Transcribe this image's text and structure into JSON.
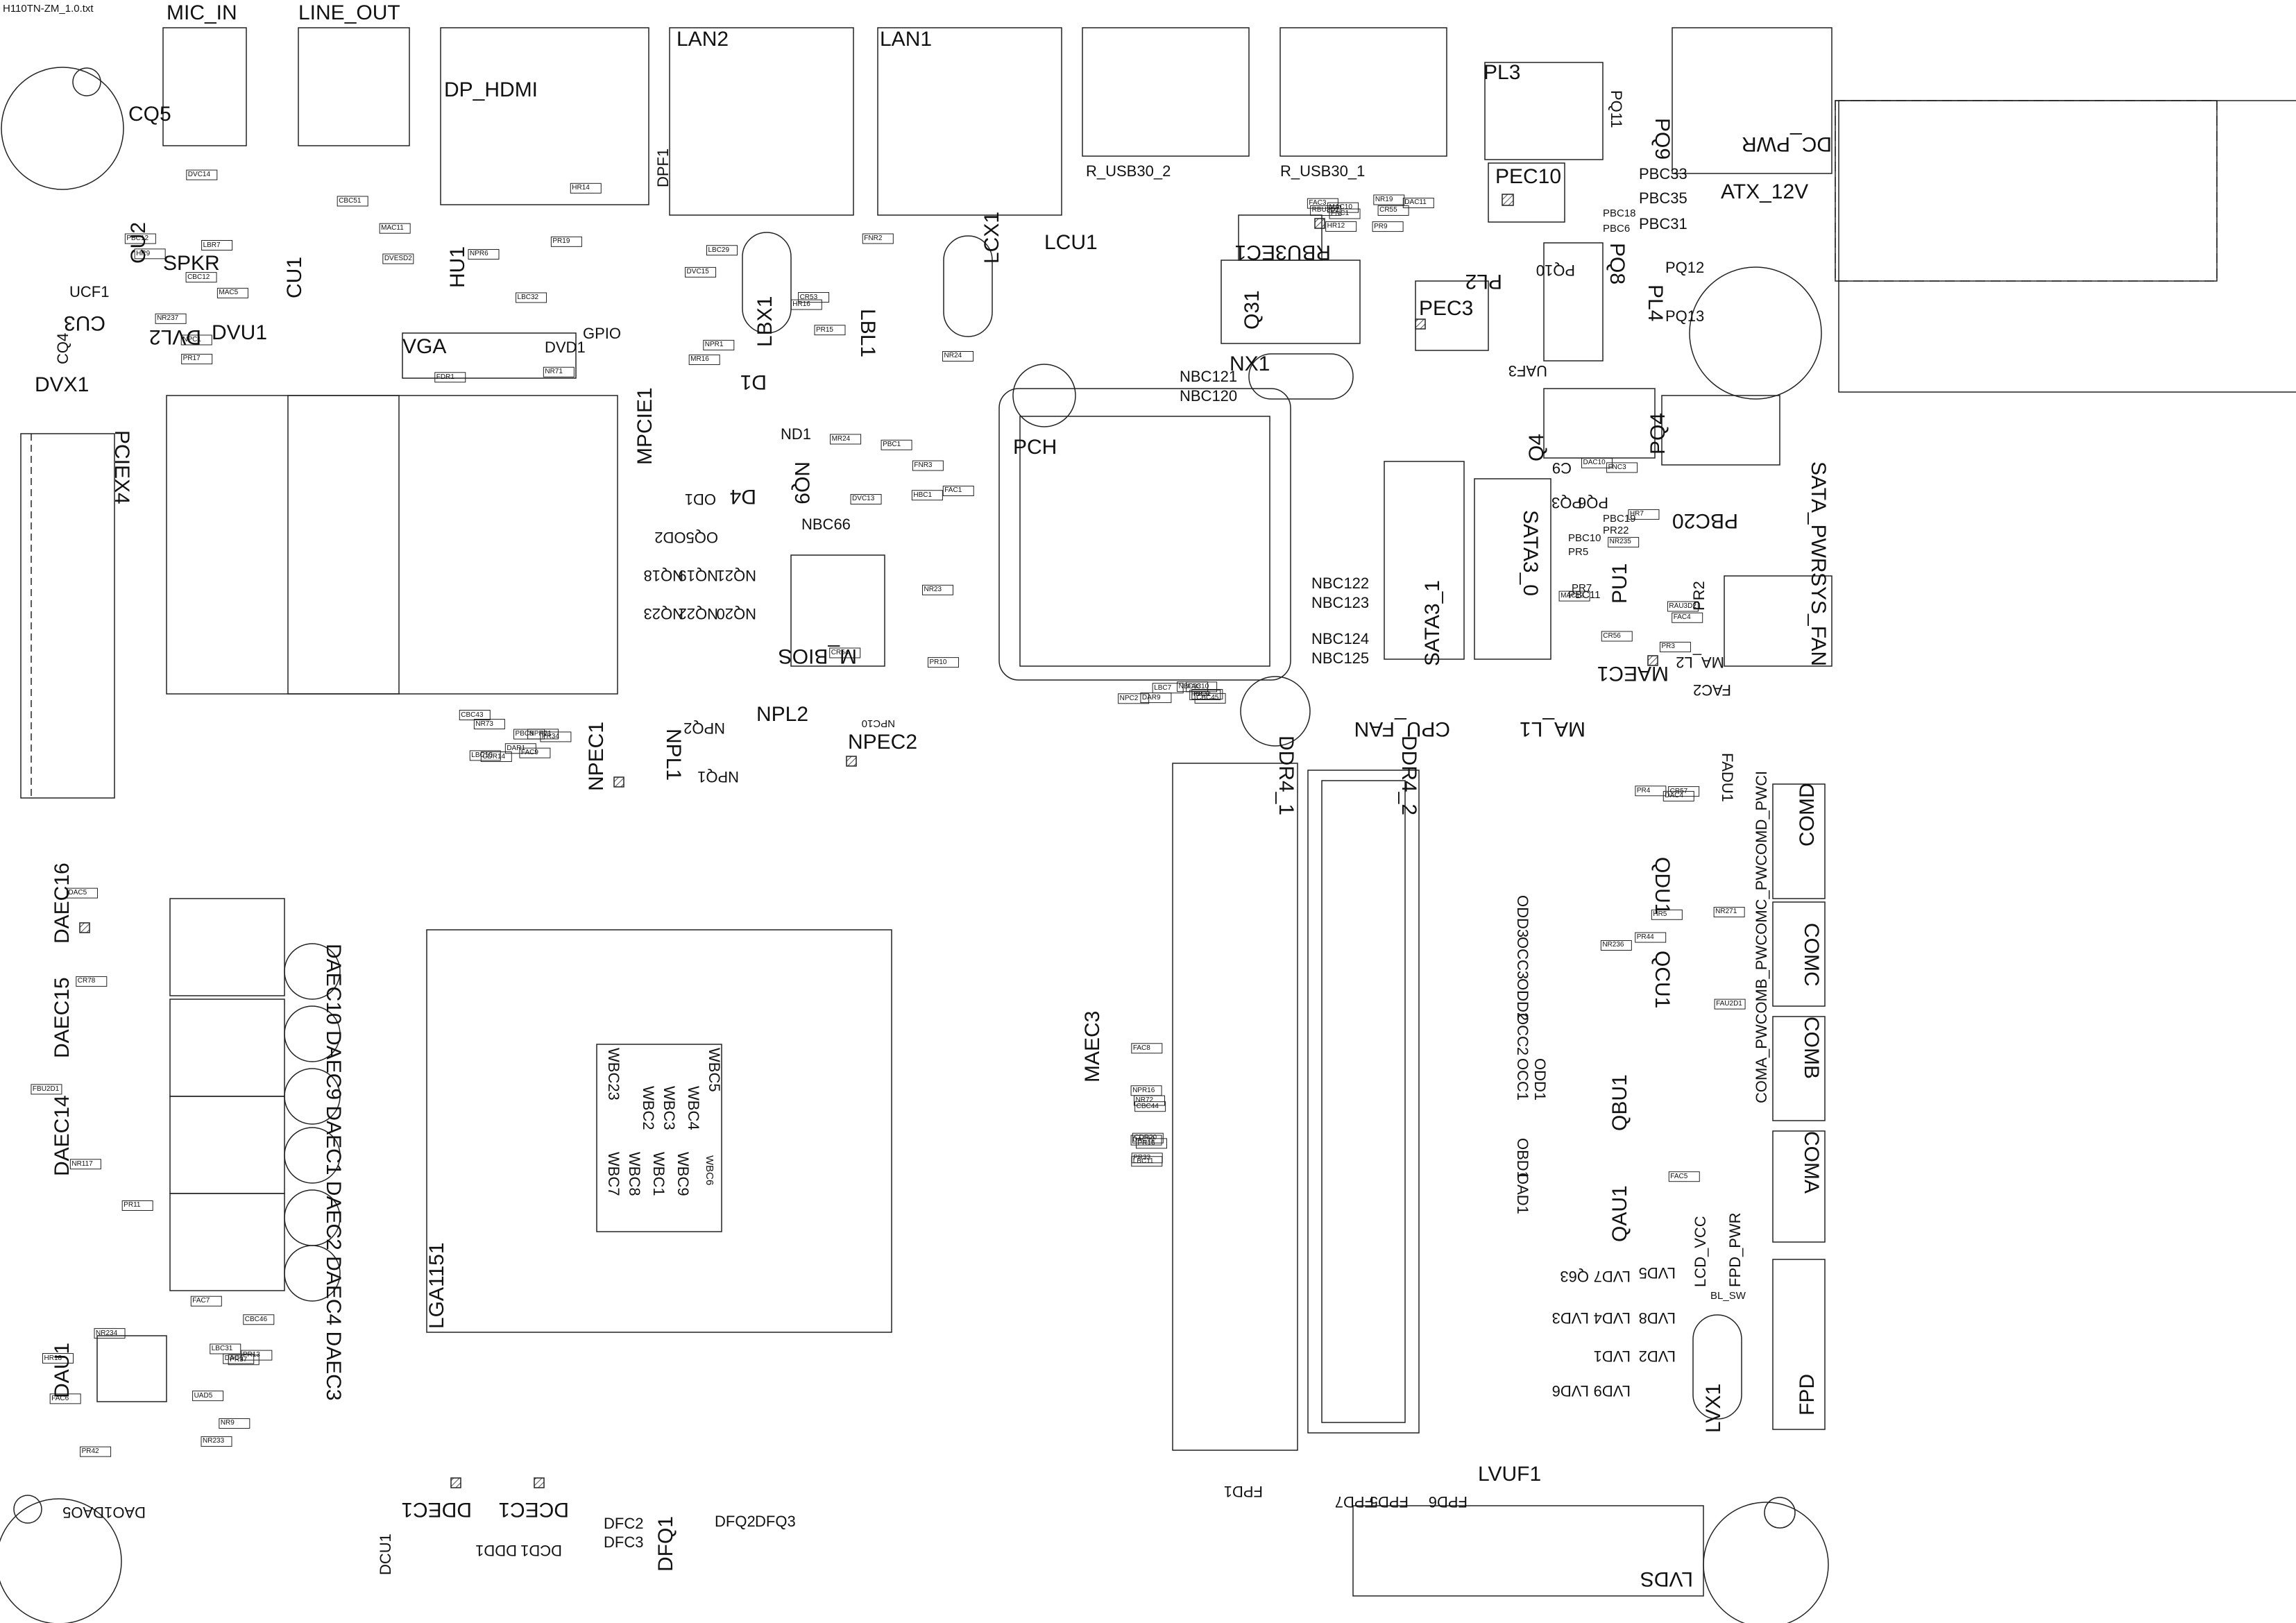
{
  "file_title": "H110TN-ZM_1.0.txt",
  "connectors": {
    "mic_in": "MIC_IN",
    "line_out": "LINE_OUT",
    "dp_hdmi": "DP_HDMI",
    "lan2": "LAN2",
    "lan1": "LAN1",
    "r_usb30_2": "R_USB30_2",
    "r_usb30_1": "R_USB30_1",
    "pl3": "PL3",
    "dc_pwr": "DC_PWR",
    "atx_12v": "ATX_12V",
    "vga": "VGA",
    "spkr": "SPKR",
    "pciex4": "PCIEX4",
    "mpcie1": "MPCIE1",
    "m_bios": "M_BIOS",
    "pch": "PCH",
    "lga1151": "LGA1151",
    "ddr4_1": "DDR4_1",
    "ddr4_2": "DDR4_2",
    "sata3_0": "SATA3_0",
    "sata3_1": "SATA3_1",
    "sata_pwr": "SATA_PWR",
    "sys_fan": "SYS_FAN",
    "cpu_fan": "CPU_FAN",
    "comd": "COMD",
    "comc": "COMC",
    "comb": "COMB",
    "coma": "COMA",
    "fpd": "FPD",
    "lvds": "LVDS",
    "lcd_vcc": "LCD_VCC",
    "fpd_pwr": "FPD_PWR",
    "bl_sw": "BL_SW",
    "com_pw": "COMA_PWCOMB_PWCOMC_PWCOMD_PWCI"
  },
  "components": {
    "cq5": "CQ5",
    "cu2": "CU2",
    "ucf1": "UCF1",
    "cu3": "CU3",
    "cq4": "CQ4",
    "dvx1": "DVX1",
    "dvl2": "DVL2",
    "dvu1": "DVU1",
    "cu1": "CU1",
    "hu1": "HU1",
    "dvd1": "DVD1",
    "gpio": "GPIO",
    "dpf1": "DPF1",
    "lbx1": "LBX1",
    "lbl1": "LBL1",
    "lcx1": "LCX1",
    "lcu1": "LCU1",
    "rbu3ec1": "RBU3EC1",
    "q31": "Q31",
    "nx1": "NX1",
    "pec10": "PEC10",
    "pl2": "PL2",
    "pec3": "PEC3",
    "pl4": "PL4",
    "pq8": "PQ8",
    "pq9": "PQ9",
    "pq10": "PQ10",
    "pq11": "PQ11",
    "pq12": "PQ12",
    "pq13": "PQ13",
    "pbc33": "PBC33",
    "pbc35": "PBC35",
    "pbc31": "PBC31",
    "pbc18": "PBC18",
    "pbc6": "PBC6",
    "q4": "Q4",
    "uaf3": "UAF3",
    "pq4": "PQ4",
    "pbc20": "PBC20",
    "pq3": "PQ3",
    "pq6": "PQ6",
    "pu1": "PU1",
    "pr2": "PR2",
    "ma_l2": "MA_L2",
    "maec1": "MAEC1",
    "fac2": "FAC2",
    "ma_l1": "MA_L1",
    "fadu1": "FADU1",
    "qdu1": "QDU1",
    "qcu1": "QCU1",
    "qbu1": "QBU1",
    "qau1": "QAU1",
    "odd3": "ODD3",
    "occ3": "OCC3",
    "odd2": "ODD2",
    "occ2": "OCC2",
    "occ1": "OCC1",
    "odd1": "ODD1",
    "obd1": "OBD1",
    "oad1": "OAD1",
    "lvd5": "LVD5",
    "lvd7": "LVD7",
    "lvd3": "LVD3",
    "lvd4": "LVD4",
    "lvd8": "LVD8",
    "lvd1": "LVD1",
    "lvd2": "LVD2",
    "lvd6": "LVD6",
    "lvd9": "LVD9",
    "lvx1": "LVX1",
    "lvuf1": "LVUF1",
    "q63": "Q63",
    "fpd1": "FPD1",
    "fpd7": "FPD7",
    "fpd5": "FPD5",
    "fpd6": "FPD6",
    "maec3": "MAEC3",
    "npec1": "NPEC1",
    "npec2": "NPEC2",
    "npl1": "NPL1",
    "npl2": "NPL2",
    "npq2": "NPQ2",
    "npq1": "NPQ1",
    "nd1": "ND1",
    "d1": "D1",
    "d4": "D4",
    "od1": "OD1",
    "nq9": "NQ9",
    "nbc66": "NBC66",
    "od2": "OQ5OD2",
    "nq18": "NQ18",
    "nq19": "NQ19",
    "nq21": "NQ21",
    "nq20": "NQ20",
    "nq22": "NQ22",
    "nq23": "NQ23",
    "daec16": "DAEC16",
    "daec15": "DAEC15",
    "daec14": "DAEC14",
    "dau1": "DAU1",
    "dao1": "DAO1",
    "dao5": "DAO5",
    "daec_col": "DAEC10 DAEC9 DAEC1 DAEC2 DAEC4 DAEC3",
    "ddec1": "DDEC1",
    "dcec1": "DCEC1",
    "dcu1": "DCU1",
    "ddd1": "DDD1",
    "dcd1": "DCD1",
    "dfc2": "DFC2",
    "dfc3": "DFC3",
    "dfq1": "DFQ1",
    "dfq2": "DFQ2",
    "dfq3": "DFQ3",
    "wbc5": "WBC5",
    "wbc4": "WBC4",
    "wbc3": "WBC3",
    "wbc2": "WBC2",
    "wbc1": "WBC1",
    "wbc7": "WBC7",
    "wbc8": "WBC8",
    "wbc9": "WBC9",
    "wbc6": "WBC6",
    "wbc23": "WBC23",
    "npc10": "NPC10",
    "nbc121": "NBC121",
    "nbc120": "NBC120",
    "nbc122": "NBC122",
    "nbc123": "NBC123",
    "nbc124": "NBC124",
    "nbc125": "NBC125",
    "c9": "C9",
    "pbc10": "PBC10",
    "pbc11": "PBC11",
    "pbc19": "PBC19",
    "pr22": "PR22",
    "pr5": "PR5",
    "pr7": "PR7"
  },
  "small_parts": [
    "CBC12",
    "CBC51",
    "CR53",
    "CR54",
    "CR55",
    "CR56",
    "CR57",
    "CR78",
    "CBC46",
    "CBC44",
    "CBC43",
    "CBC45",
    "HR9",
    "HR14",
    "HR16",
    "HBC1",
    "HR12",
    "HR7",
    "HR5",
    "HR18",
    "LBC31",
    "LBC11",
    "LBC10",
    "LBC7",
    "LBR7",
    "LBC32",
    "LBC29",
    "PBC1",
    "RBU3D1",
    "RAU3D2",
    "NR271",
    "NR117",
    "NR9",
    "NR72",
    "NR73",
    "NBC33",
    "NR237",
    "NR71",
    "NR24",
    "NR23",
    "NR19",
    "NR235",
    "NR236",
    "NR234",
    "NR233",
    "NPR16",
    "NPR21",
    "NPC2",
    "NPC1",
    "NPR6",
    "NPR1",
    "FAC1",
    "FAC3",
    "FAC4",
    "FAC5",
    "FAC6",
    "FAC7",
    "FAC8",
    "FAC9",
    "FAC10",
    "DVC14",
    "DVESD2",
    "DVC15",
    "DVC13",
    "DAC11",
    "DAC10",
    "DAC4",
    "DAC5",
    "DAC6",
    "DAC12",
    "DAR1",
    "DAR9",
    "MAC5",
    "MAC11",
    "MR16",
    "MR24",
    "MAC10",
    "MAC12",
    "PR44",
    "PR42",
    "PR37",
    "PR33",
    "PR34",
    "PR32",
    "PR17",
    "PR19",
    "PR15",
    "PR10",
    "PR9",
    "PR3",
    "PR4",
    "PR11",
    "PR13",
    "PR16",
    "PBC8",
    "PBC9",
    "PBC12",
    "FDR1",
    "FNR2",
    "FNR3",
    "FNC1",
    "FNC3",
    "FAU2D1",
    "FBU2D1",
    "UAD5",
    "CDR20",
    "CDR14"
  ],
  "colors": {
    "line": "#222222",
    "hatch": "#555555",
    "bg": "#ffffff"
  }
}
